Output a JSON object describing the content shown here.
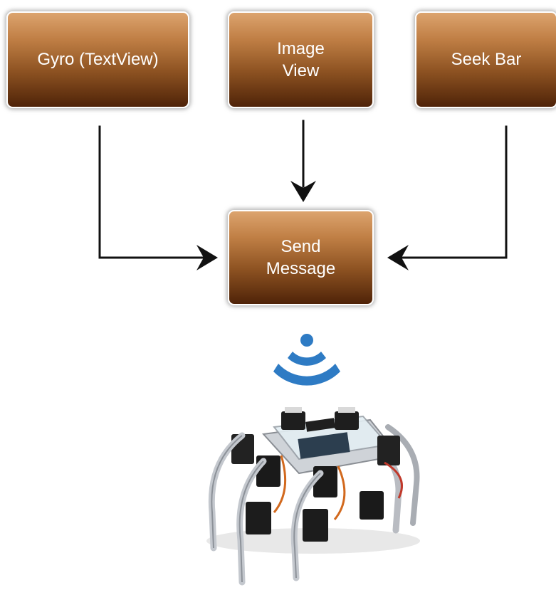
{
  "diagram": {
    "inputs": [
      {
        "id": "gyro",
        "label": "Gyro (TextView)"
      },
      {
        "id": "image",
        "label": "Image\nView"
      },
      {
        "id": "seek",
        "label": "Seek Bar"
      }
    ],
    "target": {
      "id": "send",
      "label": "Send\nMessage"
    },
    "edges": [
      {
        "from": "gyro",
        "to": "send"
      },
      {
        "from": "image",
        "to": "send"
      },
      {
        "from": "seek",
        "to": "send"
      }
    ],
    "wireless_icon": "wifi-signal-icon",
    "robot_image": "hexapod-robot-icon"
  },
  "colors": {
    "box_top": "#dca46e",
    "box_bottom": "#4f2308",
    "box_text": "#ffffff",
    "arrow": "#111111",
    "wireless": "#2e7bc4"
  }
}
